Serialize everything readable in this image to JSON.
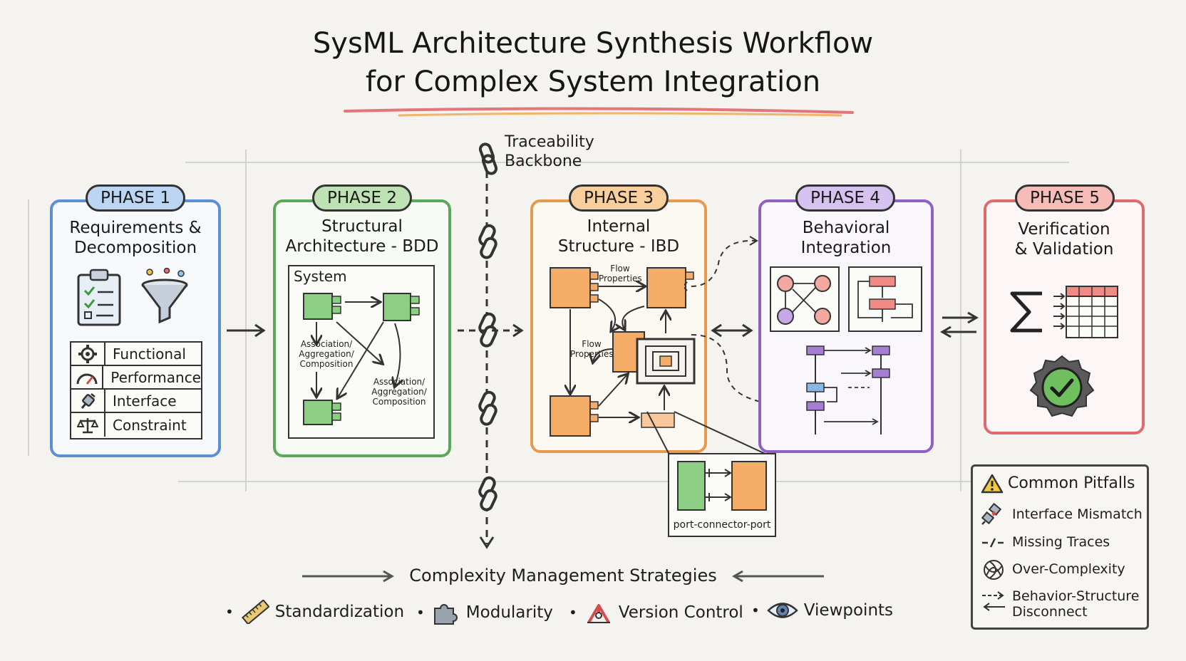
{
  "title": {
    "line1": "SysML Architecture Synthesis Workflow",
    "line2": "for Complex System Integration"
  },
  "traceability": {
    "line1": "Traceability",
    "line2": "Backbone"
  },
  "phases": [
    {
      "badge": "PHASE 1",
      "title_line1": "Requirements &",
      "title_line2": "Decomposition",
      "color": "#5b8fd6",
      "badge_fill": "#bcd5f2",
      "requirements": [
        "Functional",
        "Performance",
        "Interface",
        "Constraint"
      ]
    },
    {
      "badge": "PHASE 2",
      "title_line1": "Structural",
      "title_line2": "Architecture - BDD",
      "color": "#5aa85a",
      "badge_fill": "#bfe2b4",
      "system_label": "System",
      "relation_label_1": [
        "Association/",
        "Aggregation/",
        "Composition"
      ],
      "relation_label_2": [
        "Association/",
        "Aggregation/",
        "Composition"
      ]
    },
    {
      "badge": "PHASE 3",
      "title_line1": "Internal",
      "title_line2": "Structure - IBD",
      "color": "#e79a4c",
      "badge_fill": "#f8cf9c",
      "flow_label_1": [
        "Flow",
        "Properties"
      ],
      "flow_label_2": [
        "Flow",
        "Properties"
      ],
      "callout_label": "port-connector-port"
    },
    {
      "badge": "PHASE 4",
      "title_line1": "Behavioral",
      "title_line2": "Integration",
      "color": "#8d62c4",
      "badge_fill": "#d6c2ee"
    },
    {
      "badge": "PHASE 5",
      "title_line1": "Verification",
      "title_line2": "& Validation",
      "color": "#e06a6a",
      "badge_fill": "#f6bcb8"
    }
  ],
  "strategies": {
    "heading": "Complexity Management Strategies",
    "items": [
      {
        "label": "Standardization",
        "icon": "ruler-icon"
      },
      {
        "label": "Modularity",
        "icon": "puzzle-icon"
      },
      {
        "label": "Version Control",
        "icon": "branch-icon"
      },
      {
        "label": "Viewpoints",
        "icon": "eye-icon"
      }
    ]
  },
  "pitfalls": {
    "heading": "Common Pitfalls",
    "items": [
      {
        "label": "Interface Mismatch",
        "icon": "broken-plug-icon"
      },
      {
        "label": "Missing Traces",
        "icon": "broken-link-icon"
      },
      {
        "label": "Over-Complexity",
        "icon": "tangle-icon"
      },
      {
        "label_line1": "Behavior-Structure",
        "label_line2": "Disconnect",
        "icon": "disconnect-arrows-icon"
      }
    ]
  }
}
